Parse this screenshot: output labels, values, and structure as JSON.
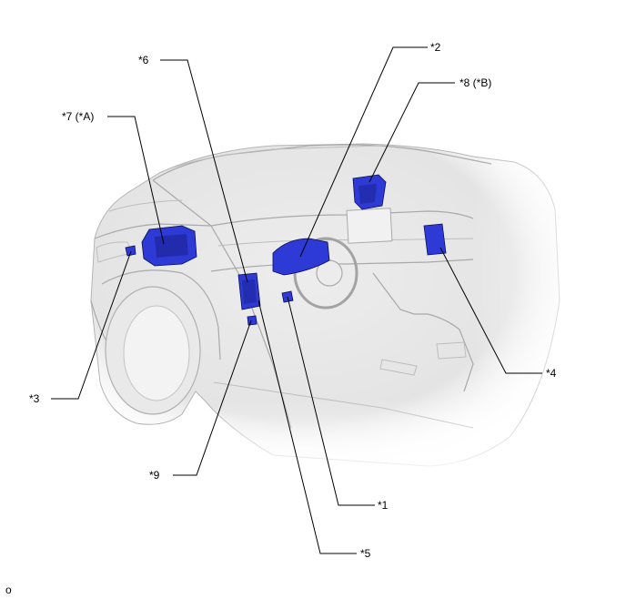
{
  "diagram": {
    "callouts": [
      {
        "id": "c1",
        "label": "*1"
      },
      {
        "id": "c2",
        "label": "*2"
      },
      {
        "id": "c3",
        "label": "*3"
      },
      {
        "id": "c4",
        "label": "*4"
      },
      {
        "id": "c5",
        "label": "*5"
      },
      {
        "id": "c6",
        "label": "*6"
      },
      {
        "id": "c7",
        "label": "*7 (*A)"
      },
      {
        "id": "c8",
        "label": "*8 (*B)"
      },
      {
        "id": "c9",
        "label": "*9"
      }
    ],
    "corner_mark": "o",
    "colors": {
      "highlight": "#2e3ad6",
      "highlight_dark": "#1b2290",
      "car_body": "#e6e6e6",
      "car_shadow": "#cfcfcf",
      "leader": "#000000"
    }
  }
}
